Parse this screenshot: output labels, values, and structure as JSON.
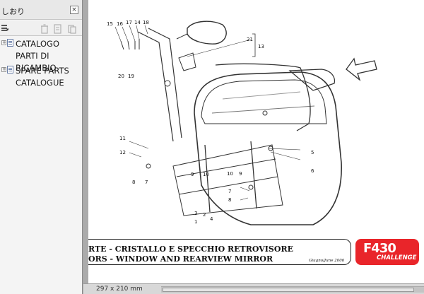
{
  "panel": {
    "title": "しおり",
    "close_symbol": "×",
    "toolbar": {
      "options_arrow": "▾"
    },
    "bookmarks": [
      {
        "label": "CATALOGO PARTI DI RICAMBIO",
        "expander": "+"
      },
      {
        "label": "SPARE PARTS CATALOGUE",
        "expander": "+"
      }
    ]
  },
  "page": {
    "caption_line1": "RTE - CRISTALLO E SPECCHIO RETROVISORE",
    "caption_line2": "ORS - WINDOW AND REARVIEW MIRROR",
    "date": "Giugno/June 2006",
    "logo_model": "F430",
    "logo_sub": "CHALLENGE",
    "callouts": [
      "15",
      "16",
      "17",
      "14",
      "18",
      "21",
      "13",
      "20",
      "19",
      "11",
      "12",
      "8",
      "7",
      "9",
      "10",
      "10",
      "9",
      "7",
      "8",
      "5",
      "6",
      "3",
      "2",
      "1",
      "4"
    ]
  },
  "status": {
    "page_size": "297 x 210 mm"
  }
}
